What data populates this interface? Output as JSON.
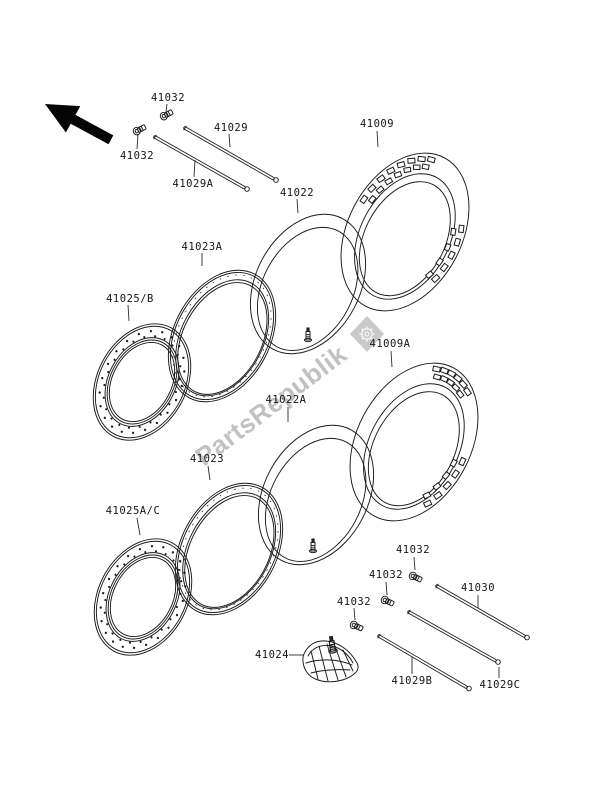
{
  "watermark": {
    "text": "PartsRepublik",
    "color": "#9e9e9e"
  },
  "colors": {
    "line": "#1a1a1a",
    "background": "#ffffff"
  },
  "parts": [
    {
      "id": "41032",
      "label": "41032"
    },
    {
      "id": "41029",
      "label": "41029"
    },
    {
      "id": "41032",
      "label": "41032"
    },
    {
      "id": "41029A",
      "label": "41029A"
    },
    {
      "id": "41009",
      "label": "41009"
    },
    {
      "id": "41022",
      "label": "41022"
    },
    {
      "id": "41023A",
      "label": "41023A"
    },
    {
      "id": "41025/B",
      "label": "41025/B"
    },
    {
      "id": "41009A",
      "label": "41009A"
    },
    {
      "id": "41022A",
      "label": "41022A"
    },
    {
      "id": "41023",
      "label": "41023"
    },
    {
      "id": "41025A/C",
      "label": "41025A/C"
    },
    {
      "id": "41032",
      "label": "41032"
    },
    {
      "id": "41032",
      "label": "41032"
    },
    {
      "id": "41032",
      "label": "41032"
    },
    {
      "id": "41030",
      "label": "41030"
    },
    {
      "id": "41029B",
      "label": "41029B"
    },
    {
      "id": "41029C",
      "label": "41029C"
    },
    {
      "id": "41024",
      "label": "41024"
    }
  ]
}
